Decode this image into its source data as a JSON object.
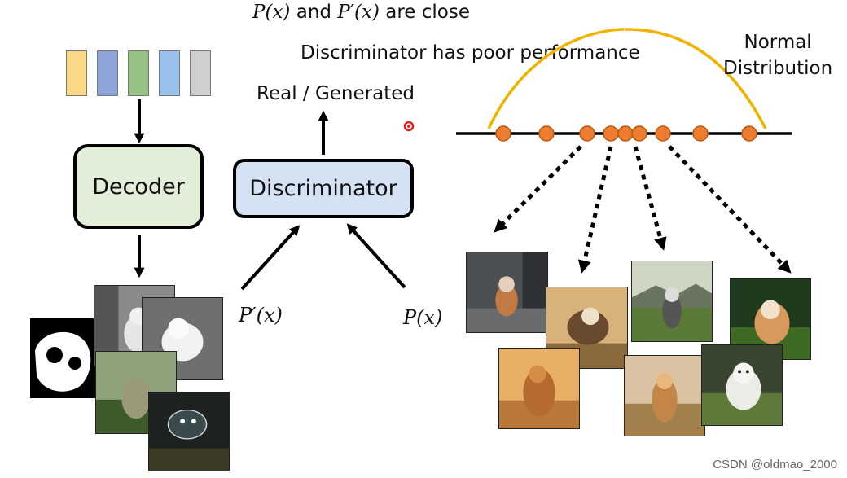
{
  "header": {
    "line1_math_a": "P(x)",
    "line1_and": "and",
    "line1_math_b": "P′(x)",
    "line1_rest": "are close",
    "line2": "Discriminator has poor performance"
  },
  "decoder": {
    "label": "Decoder"
  },
  "discriminator": {
    "label": "Discriminator",
    "output_label": "Real / Generated"
  },
  "inputs": {
    "left": "P′(x)",
    "right": "P(x)"
  },
  "distribution": {
    "title_line1": "Normal",
    "title_line2": "Distribution"
  },
  "latent_colors": [
    "#fcd785",
    "#8ea5d9",
    "#98c184",
    "#99c0ea",
    "#cfcfcf"
  ],
  "watermark": "CSDN @oldmao_2000"
}
